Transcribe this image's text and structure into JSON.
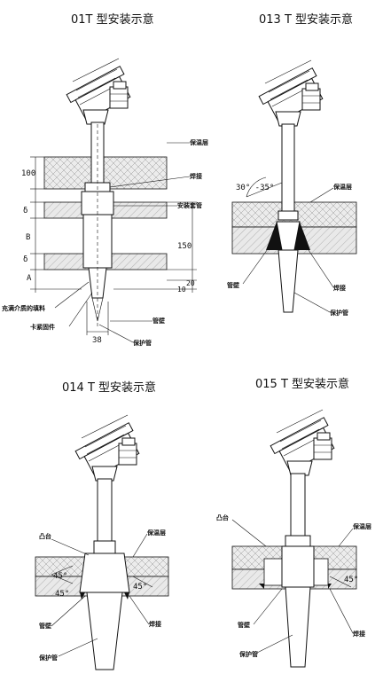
{
  "panels": [
    {
      "title": "01T 型安装示意",
      "labels": {
        "insulation": "保温层",
        "weld": "焊接",
        "mount_pipe": "安装套管",
        "packing": "充满介质的填料",
        "clamp": "卡紧固件",
        "pipe_wall": "管壁",
        "protect_tube": "保护管"
      },
      "dims": {
        "d100": "100",
        "delta1": "δ",
        "b": "B",
        "delta2": "δ",
        "a": "A",
        "d150": "150",
        "d20": "20",
        "d10": "10",
        "d38": "38"
      }
    },
    {
      "title": "013 T 型安装示意",
      "labels": {
        "angle": "30° -35°",
        "insulation": "保温层",
        "pipe_wall": "管壁",
        "weld": "焊接",
        "protect_tube": "保护管"
      }
    },
    {
      "title": "014 T 型安装示意",
      "labels": {
        "boss": "凸台",
        "insulation": "保温层",
        "angle1": "45°",
        "angle2": "45°",
        "angle3": "45°",
        "pipe_wall": "管壁",
        "weld": "焊接",
        "protect_tube": "保护管"
      }
    },
    {
      "title": "015 T 型安装示意",
      "labels": {
        "boss": "凸台",
        "insulation": "保温层",
        "angle": "45°",
        "pipe_wall": "管壁",
        "weld": "焊接",
        "protect_tube": "保护管"
      }
    }
  ]
}
